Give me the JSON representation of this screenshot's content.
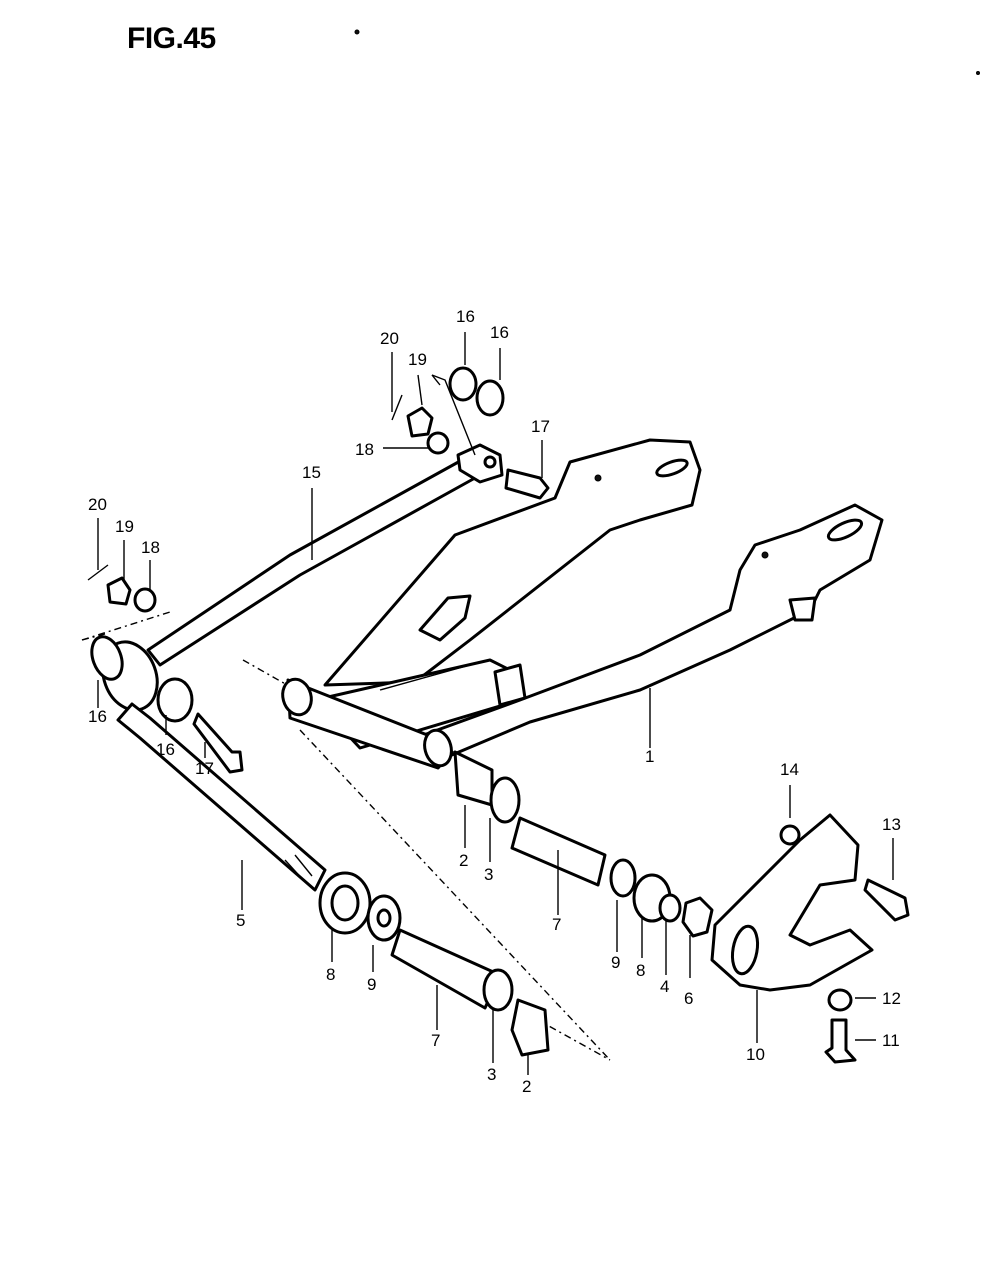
{
  "figure": {
    "title": "FIG.45"
  },
  "callouts": [
    {
      "id": "c20a",
      "text": "20"
    },
    {
      "id": "c19a",
      "text": "19"
    },
    {
      "id": "c16a",
      "text": "16"
    },
    {
      "id": "c16b",
      "text": "16"
    },
    {
      "id": "c18a",
      "text": "18"
    },
    {
      "id": "c17a",
      "text": "17"
    },
    {
      "id": "c15",
      "text": "15"
    },
    {
      "id": "c20b",
      "text": "20"
    },
    {
      "id": "c19b",
      "text": "19"
    },
    {
      "id": "c18b",
      "text": "18"
    },
    {
      "id": "c16c",
      "text": "16"
    },
    {
      "id": "c16d",
      "text": "16"
    },
    {
      "id": "c17b",
      "text": "17"
    },
    {
      "id": "c1",
      "text": "1"
    },
    {
      "id": "c14",
      "text": "14"
    },
    {
      "id": "c13",
      "text": "13"
    },
    {
      "id": "c2a",
      "text": "2"
    },
    {
      "id": "c3a",
      "text": "3"
    },
    {
      "id": "c7a",
      "text": "7"
    },
    {
      "id": "c5",
      "text": "5"
    },
    {
      "id": "c9a",
      "text": "9"
    },
    {
      "id": "c8a",
      "text": "8"
    },
    {
      "id": "c4",
      "text": "4"
    },
    {
      "id": "c6",
      "text": "6"
    },
    {
      "id": "c8b",
      "text": "8"
    },
    {
      "id": "c9b",
      "text": "9"
    },
    {
      "id": "c10",
      "text": "10"
    },
    {
      "id": "c12",
      "text": "12"
    },
    {
      "id": "c11",
      "text": "11"
    },
    {
      "id": "c7b",
      "text": "7"
    },
    {
      "id": "c3b",
      "text": "3"
    },
    {
      "id": "c2b",
      "text": "2"
    }
  ]
}
